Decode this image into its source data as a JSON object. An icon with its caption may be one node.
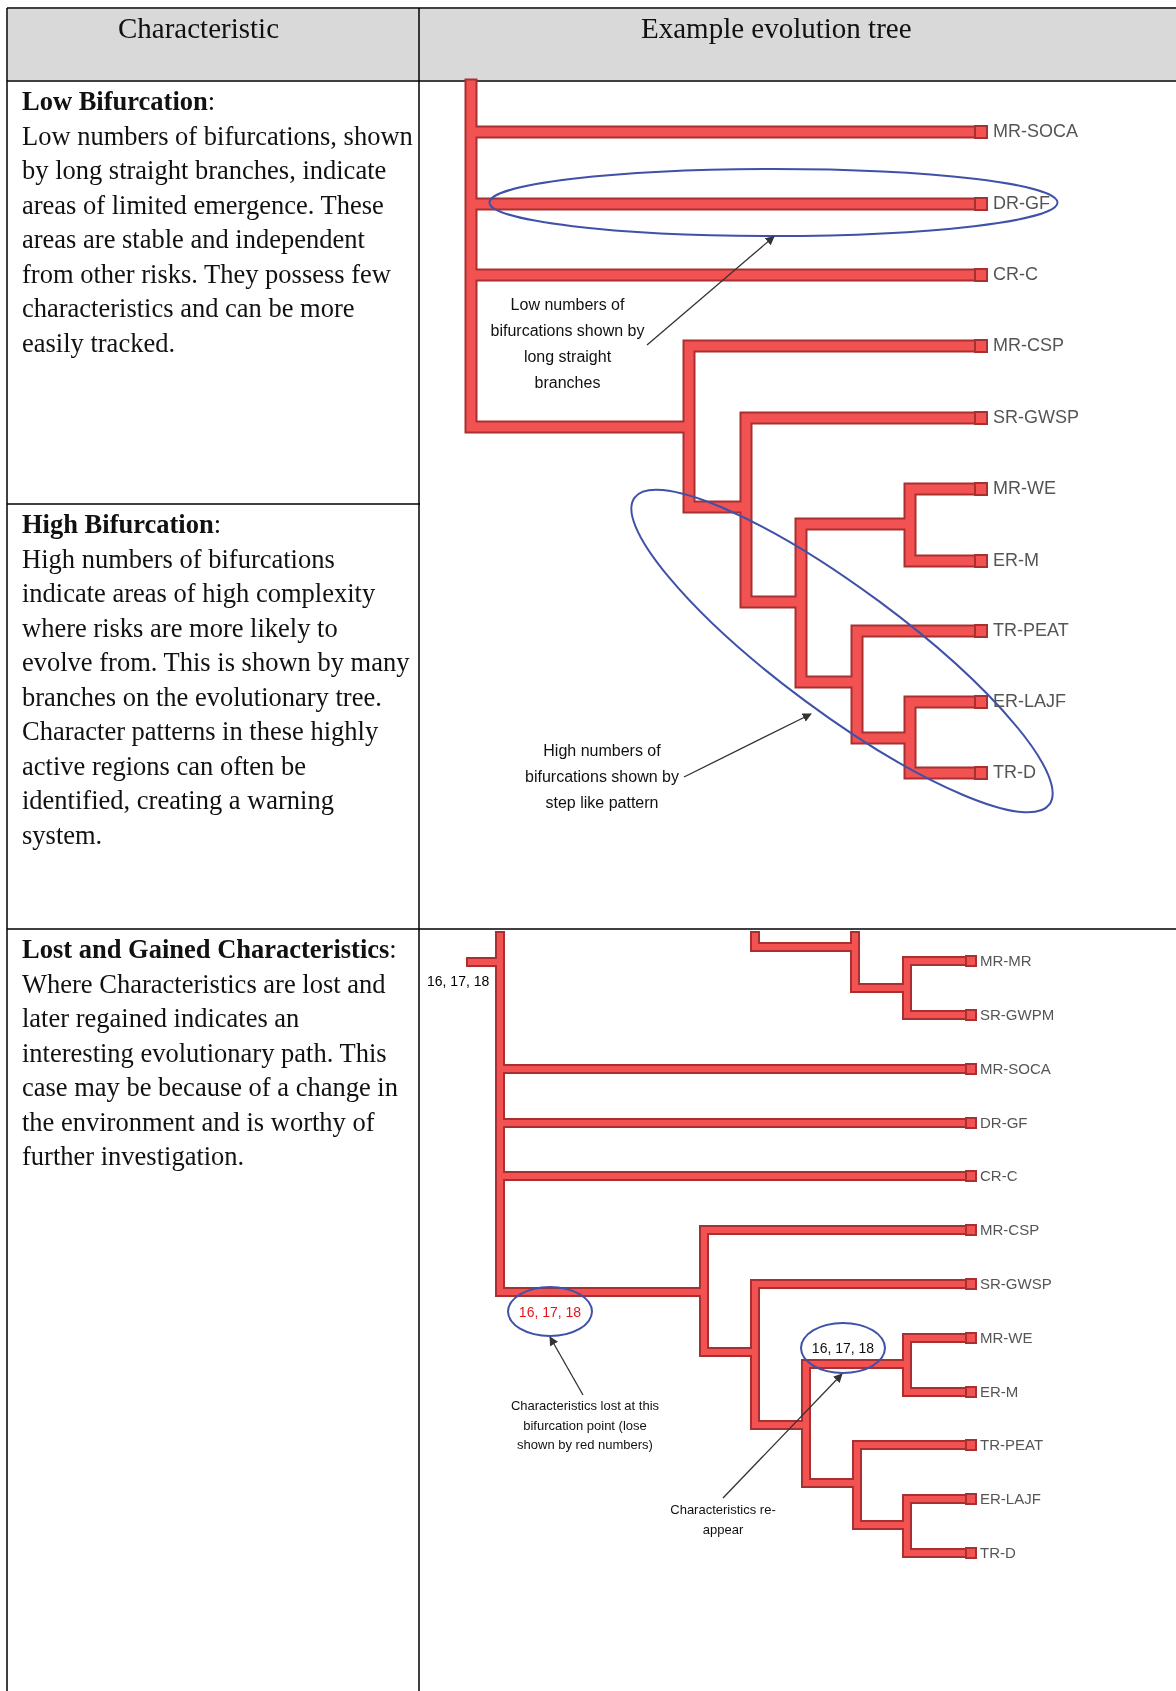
{
  "diagram": {
    "nodes": [
      {
        "text": [
          "Low numbers of bifurcations shown by long straight branches"
        ]
      },
      {
        "text": [],
        "shape": "ellipse"
      },
      {
        "text": [
          "High numbers of bifurcations shown by step like pattern"
        ]
      },
      {
        "text": [],
        "shape": "ellipse"
      },
      {
        "text": [
          "16, 17, 18"
        ]
      },
      {
        "text": [
          "Characteristics lost at this bifurcation point (lose shown by red numbers)"
        ]
      },
      {
        "text": [
          "16, 17, 18"
        ]
      },
      {
        "text": [
          "Characteristics re-appear"
        ]
      }
    ],
    "edges": [
      {
        "from": 0,
        "to": 1,
        "arrow": "to"
      },
      {
        "from": 2,
        "to": 3,
        "arrow": "to"
      },
      {
        "from": 5,
        "to": 4,
        "arrow": "to"
      },
      {
        "from": 7,
        "to": 6,
        "arrow": "to"
      }
    ],
    "labels": [
      "Characteristic",
      "Example evolution tree",
      "**Low Bifurcation**:",
      "Low numbers of bifurcations, shown by long straight branches, indicate areas of limited emergence. These areas are stable and independent from other risks. They possess few characteristics and can be more easily tracked.",
      "MR-SOCA",
      "DR-GF",
      "CR-C",
      "MR-CSP",
      "SR-GWSP",
      "MR-WE",
      "ER-M",
      "TR-PEAT",
      "ER-LAJF",
      "TR-D",
      "**High Bifurcation**:",
      "High numbers of bifurcations indicate areas of high complexity where risks are more likely to evolve from. This is shown by many branches on the evolutionary tree. Character patterns in these highly active regions can often be identified, creating a warning system.",
      "**Lost and Gained Characteristics**:",
      "Where Characteristics are lost and later regained indicates an interesting evolutionary path. This case may be because of a change in the environment and is worthy of further investigation.",
      "16, 17, 18",
      "MR-MR",
      "SR-GWPM",
      "MR-SOCA",
      "DR-GF",
      "CR-C",
      "MR-CSP",
      "SR-GWSP",
      "MR-WE",
      "ER-M",
      "TR-PEAT",
      "ER-LAJF",
      "TR-D"
    ]
  }
}
